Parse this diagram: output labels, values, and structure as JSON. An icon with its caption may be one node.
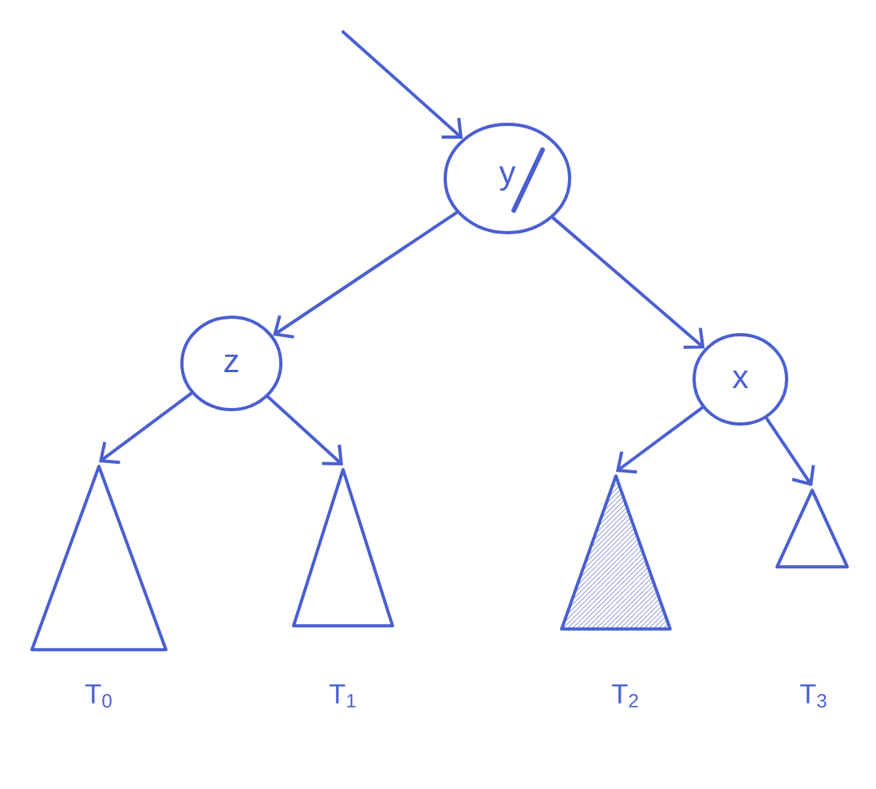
{
  "diagram": {
    "nodes": [
      {
        "text": [
          "y"
        ]
      },
      {
        "text": [
          "z"
        ]
      },
      {
        "text": [
          "x"
        ]
      },
      {
        "text": [],
        "shape": "triangle"
      },
      {
        "text": [],
        "shape": "triangle"
      },
      {
        "text": [],
        "shape": "triangle"
      },
      {
        "text": [],
        "shape": "triangle"
      }
    ],
    "labels": [
      "T$_{0}$",
      "T$_{1}$",
      "T$_{2}$",
      "T$_{3}$"
    ],
    "edges": [
      {
        "from": null,
        "to": 0,
        "arrow": "to"
      },
      {
        "from": 0,
        "to": 1,
        "arrow": "to"
      },
      {
        "from": 0,
        "to": 2,
        "arrow": "to"
      },
      {
        "from": 1,
        "to": 3,
        "arrow": "to"
      },
      {
        "from": 1,
        "to": 4,
        "arrow": "to"
      },
      {
        "from": 2,
        "to": 5,
        "arrow": "to"
      },
      {
        "from": 2,
        "to": 6,
        "arrow": "to"
      }
    ]
  }
}
